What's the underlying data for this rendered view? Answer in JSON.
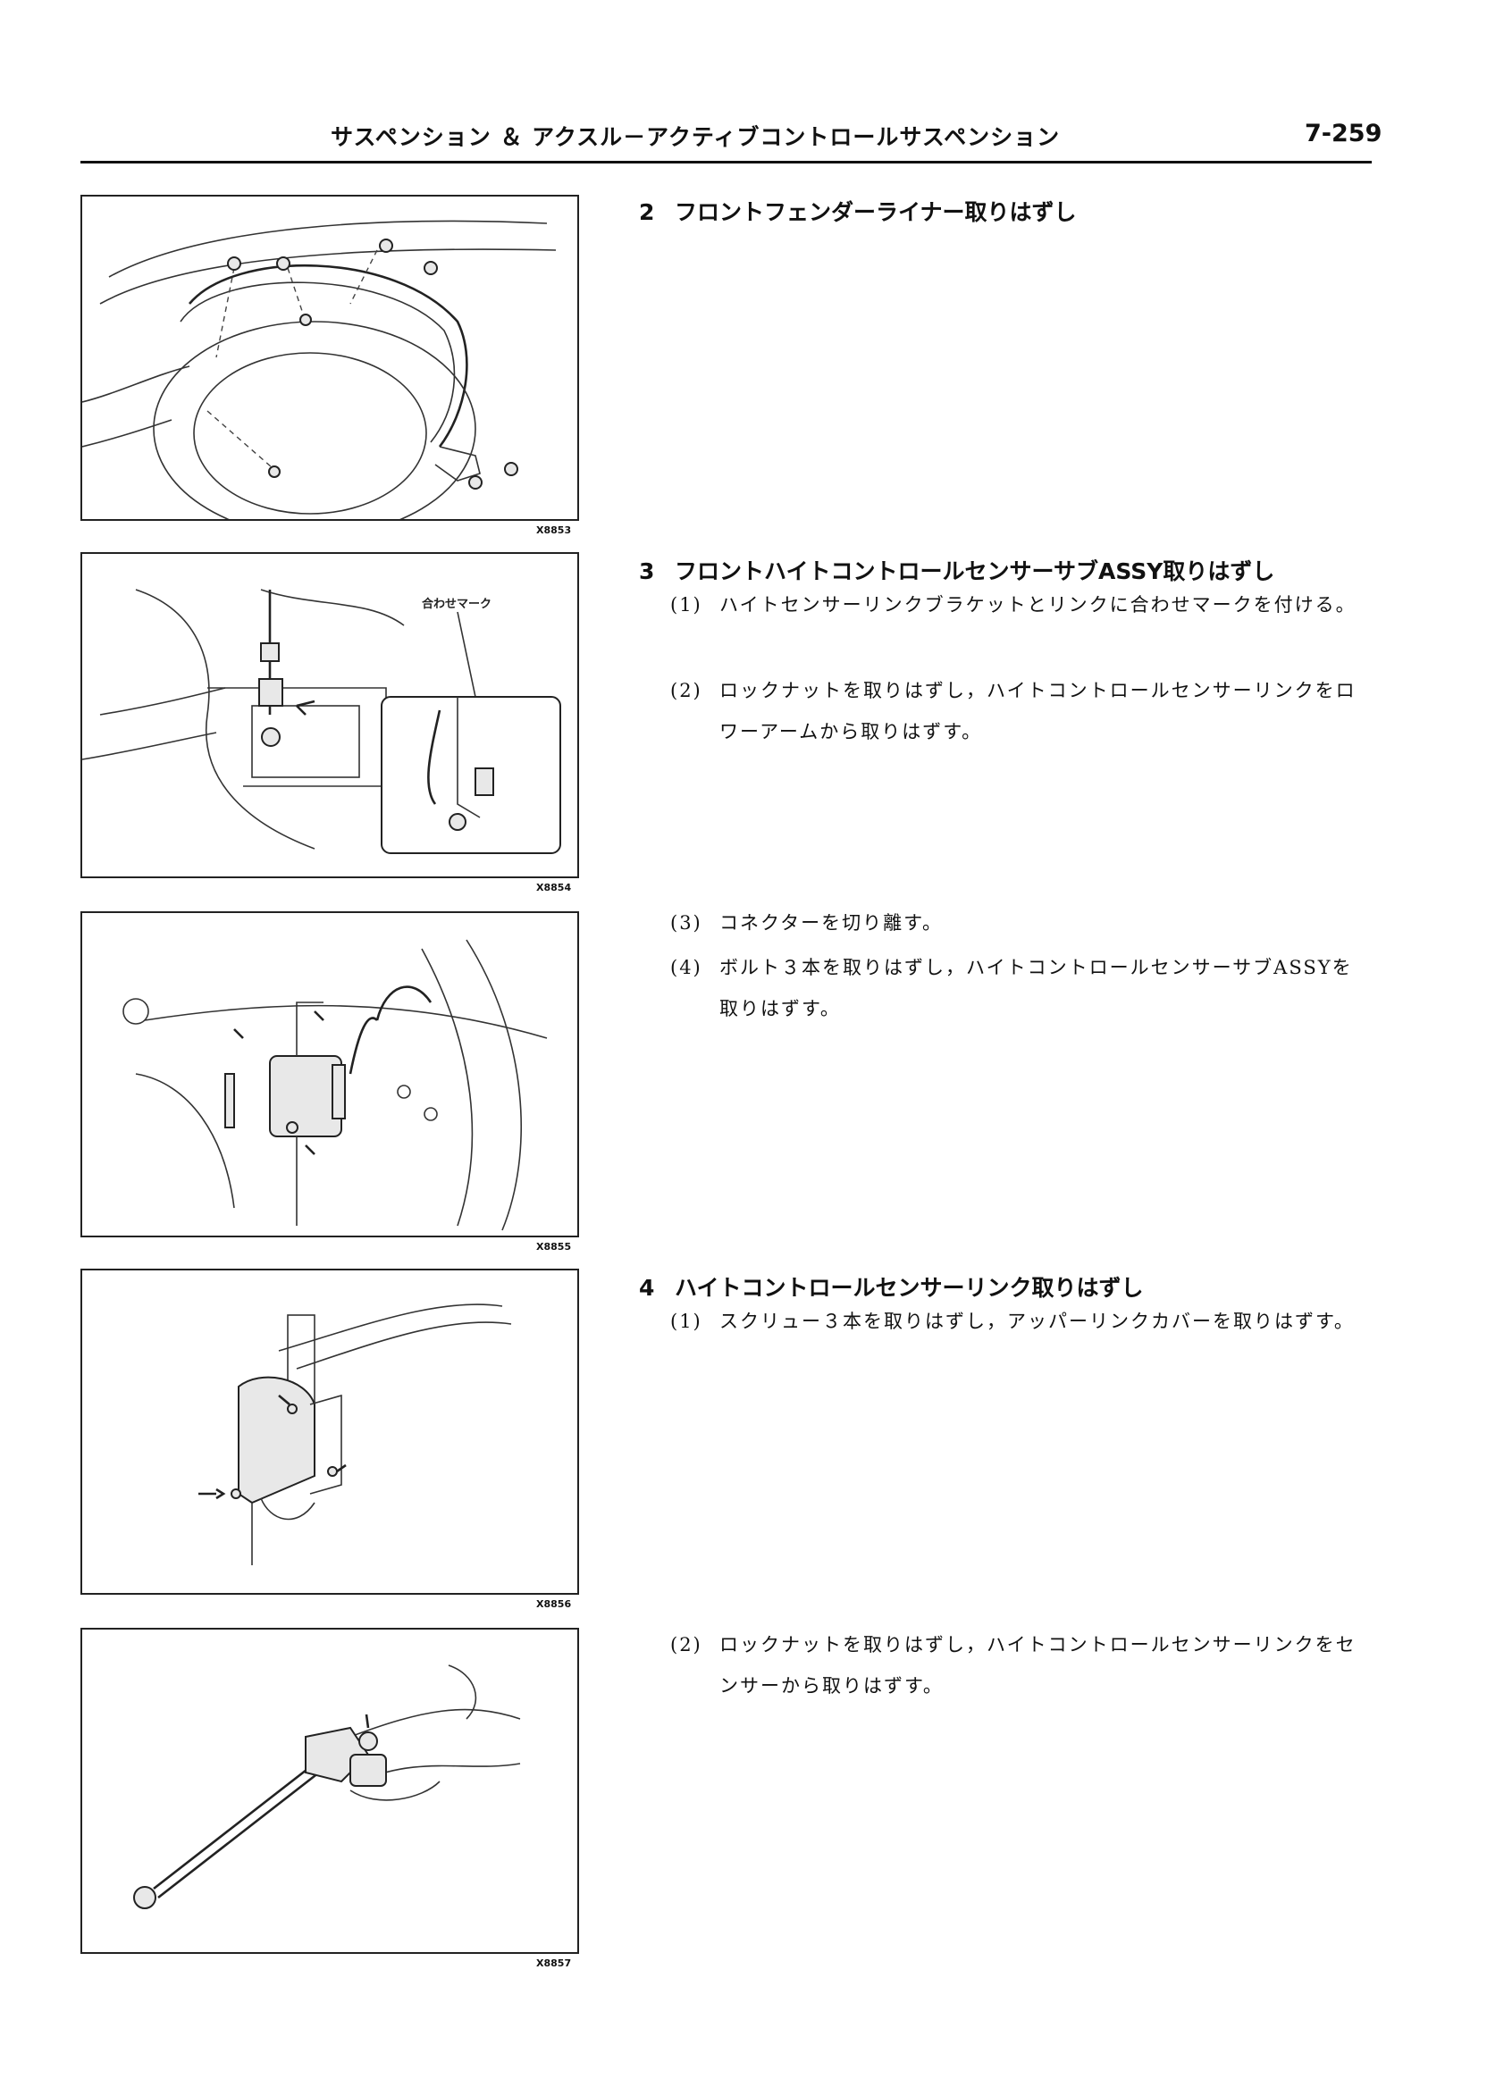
{
  "header": {
    "title": "サスペンション ＆ アクスル－アクティブコントロールサスペンション",
    "page_number": "7-259"
  },
  "figures": [
    {
      "code": "X8853"
    },
    {
      "code": "X8854",
      "label": "合わせマーク"
    },
    {
      "code": "X8855"
    },
    {
      "code": "X8856"
    },
    {
      "code": "X8857"
    }
  ],
  "sections": [
    {
      "num": "2",
      "title": "フロントフェンダーライナー取りはずし",
      "steps": []
    },
    {
      "num": "3",
      "title": "フロントハイトコントロールセンサーサブASSY取りはずし",
      "steps": [
        {
          "num": "(1)",
          "text": "ハイトセンサーリンクブラケットとリンクに合わせマークを付ける。"
        },
        {
          "num": "(2)",
          "text": "ロックナットを取りはずし，ハイトコントロールセンサーリンクをロワーアームから取りはずす。"
        },
        {
          "num": "(3)",
          "text": "コネクターを切り離す。"
        },
        {
          "num": "(4)",
          "text": "ボルト３本を取りはずし，ハイトコントロールセンサーサブASSYを取りはずす。"
        }
      ]
    },
    {
      "num": "4",
      "title": "ハイトコントロールセンサーリンク取りはずし",
      "steps": [
        {
          "num": "(1)",
          "text": "スクリュー３本を取りはずし，アッパーリンクカバーを取りはずす。"
        },
        {
          "num": "(2)",
          "text": "ロックナットを取りはずし，ハイトコントロールセンサーリンクをセンサーから取りはずす。"
        }
      ]
    }
  ]
}
